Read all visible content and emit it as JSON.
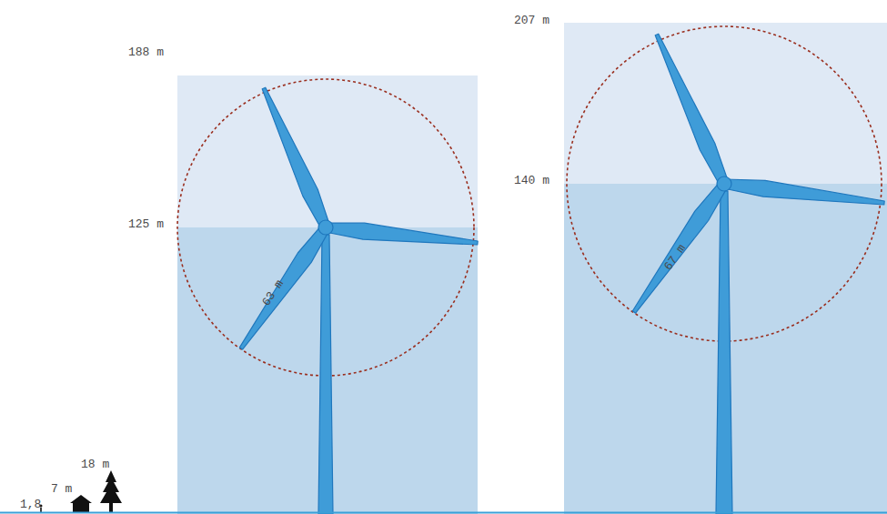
{
  "diagram": {
    "labels": [
      "188 m",
      "125 m",
      "63 m",
      "207 m",
      "140 m",
      "67 m",
      "18 m",
      "7 m",
      "1,8"
    ]
  }
}
